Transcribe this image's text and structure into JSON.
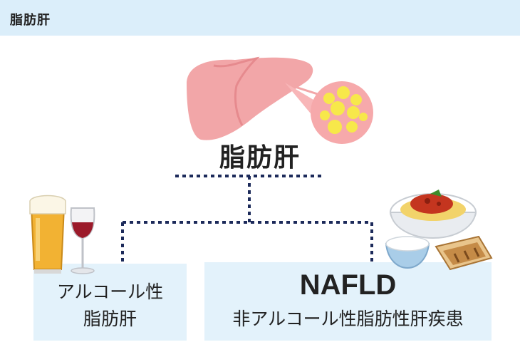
{
  "header": {
    "title": "脂肪肝"
  },
  "main": {
    "title": "脂肪肝"
  },
  "left_box": {
    "line1": "アルコール性",
    "line2": "脂肪肝"
  },
  "right_box": {
    "line1": "NAFLD",
    "line2": "非アルコール性脂肪性肝疾患"
  },
  "colors": {
    "header_bg": "#dbeefa",
    "box_bg": "#e3f2fb",
    "liver": "#f2a6a8",
    "fat": "#f7e84a",
    "connector": "#1c2a5a"
  },
  "icons": [
    "liver-icon",
    "fat-cells-icon",
    "beer-glass-icon",
    "wine-glass-icon",
    "pasta-bowl-icon",
    "rice-bowl-icon",
    "toast-icon"
  ]
}
